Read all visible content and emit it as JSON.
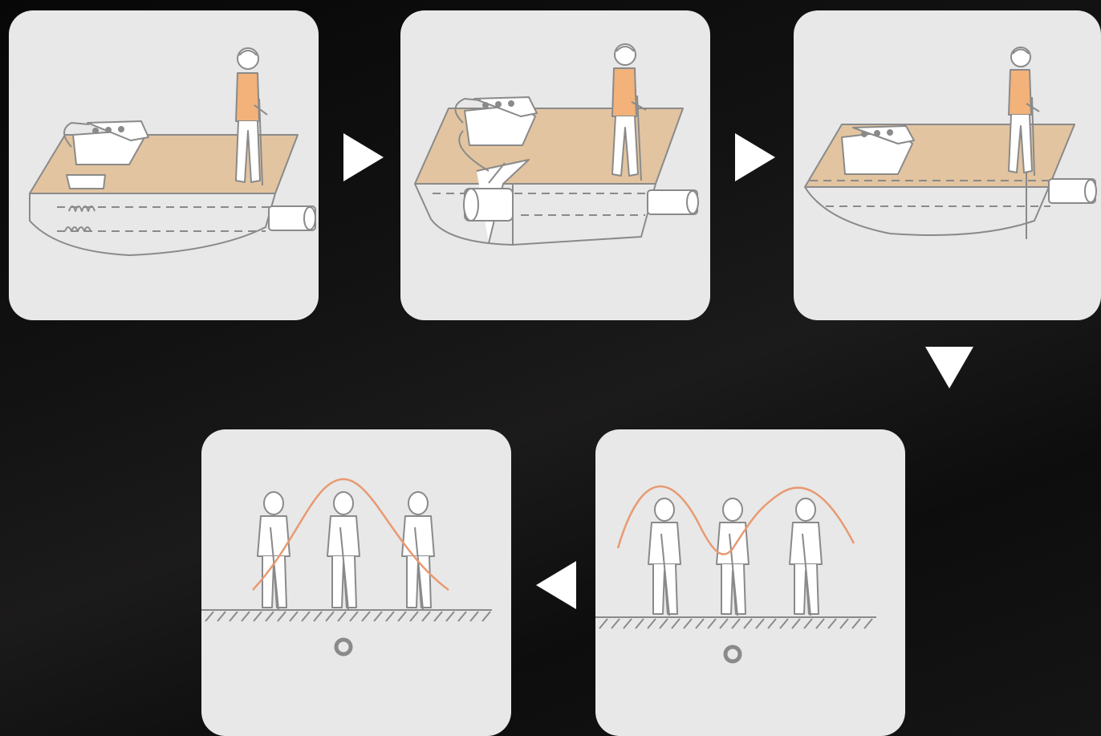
{
  "diagram": {
    "steps": [
      {
        "icon": "excavation-site-with-surveyor-icon"
      },
      {
        "icon": "directional-drilling-rig-icon"
      },
      {
        "icon": "pipe-installed-under-ground-icon"
      },
      {
        "icon": "signal-peak-locating-three-workers-icon"
      },
      {
        "icon": "signal-single-peak-locating-icon"
      }
    ],
    "arrows": [
      "right",
      "right",
      "down",
      "left"
    ]
  },
  "colors": {
    "background": "#0d0d0d",
    "panel": "#e8e8e8",
    "ground_fill": "#e2c4a0",
    "signal_curve": "#e89a72",
    "line_art": "#8a8a8a",
    "arrow": "#ffffff"
  }
}
